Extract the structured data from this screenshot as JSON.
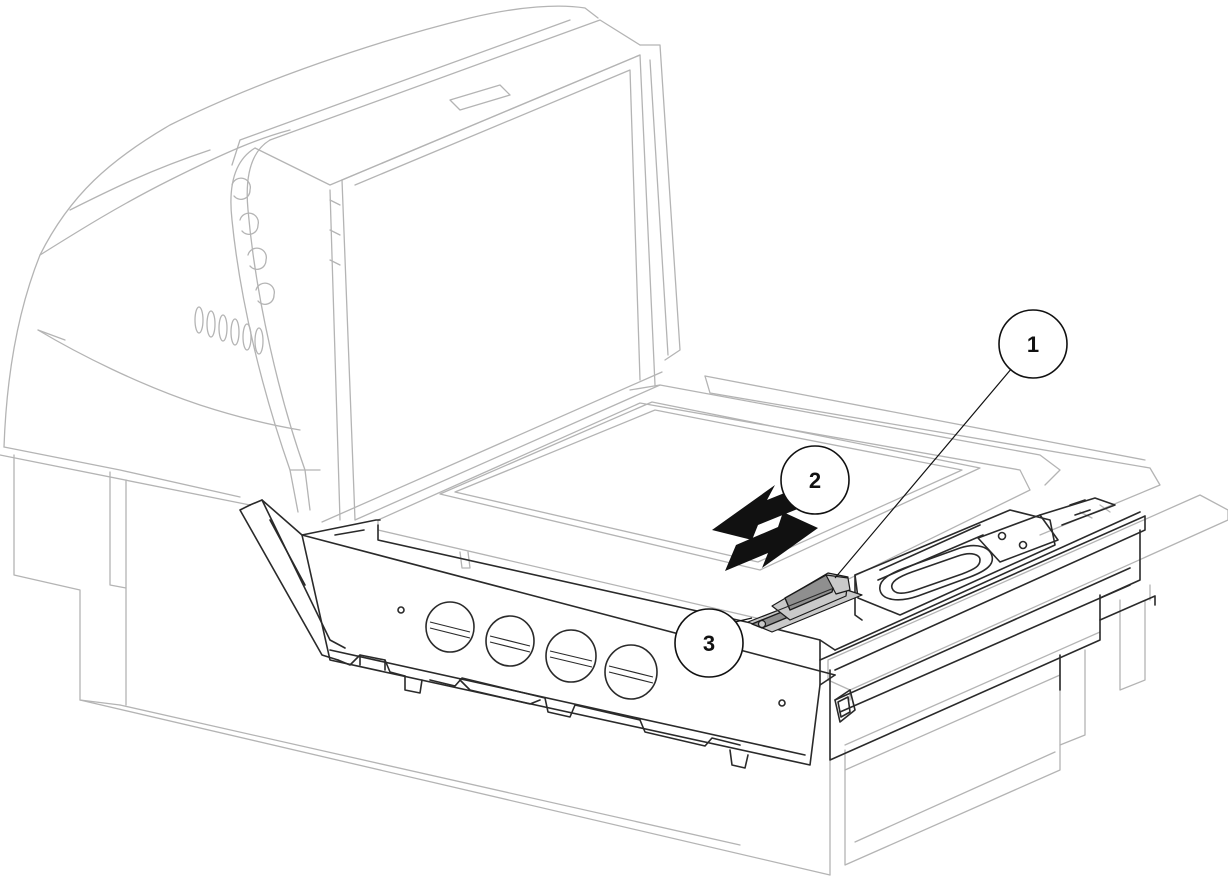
{
  "callouts": [
    {
      "id": "callout-1",
      "label": "1"
    },
    {
      "id": "callout-2",
      "label": "2"
    },
    {
      "id": "callout-3",
      "label": "3"
    }
  ],
  "colors": {
    "ghost_lines": "#b4b4b4",
    "highlight_lines": "#2a2a2a",
    "part_fill": "#8f8f8f",
    "arrow_fill": "#111111"
  },
  "arrows": {
    "direction_1": "toward-back-left",
    "direction_2": "toward-front-right"
  }
}
